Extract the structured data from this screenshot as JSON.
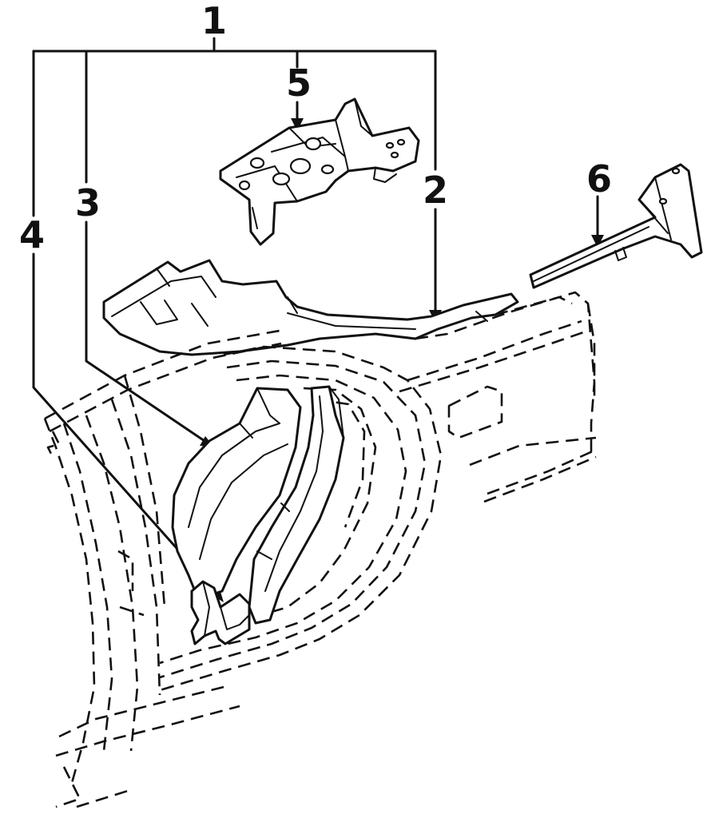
{
  "diagram": {
    "callouts": [
      {
        "id": "1",
        "label": "1"
      },
      {
        "id": "2",
        "label": "2"
      },
      {
        "id": "3",
        "label": "3"
      },
      {
        "id": "4",
        "label": "4"
      },
      {
        "id": "5",
        "label": "5"
      },
      {
        "id": "6",
        "label": "6"
      }
    ],
    "colors": {
      "ink": "#111111",
      "paper": "#ffffff"
    }
  }
}
